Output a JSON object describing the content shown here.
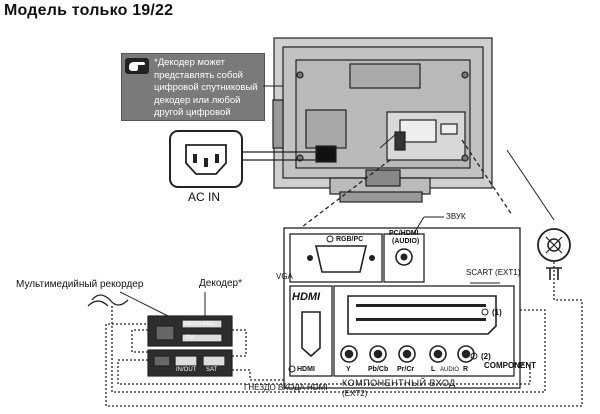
{
  "title": "Модель только 19/22",
  "note": {
    "text": "*Декодер может представлять собой цифровой спутниковый декодер или любой другой цифровой декодер.",
    "icon": "hand-pointing-icon"
  },
  "labels": {
    "ac_in": "AC IN",
    "sound": "ЗВУК",
    "rgb_pc": "RGB/PC",
    "pc_hdmi_audio_1": "PC/HDMI",
    "pc_hdmi_audio_2": "(AUDIO)",
    "vga": "VGA",
    "hdmi_logo": "HDMI",
    "hdmi_port": "HDMI",
    "scart": "SCART (EXT1)",
    "port_1": "(1)",
    "port_2": "(2)",
    "component": "COMPONENT",
    "y": "Y",
    "pb_cb": "Pb/Cb",
    "pr_cr": "Pr/Cr",
    "l": "L",
    "audio": "AUDIO",
    "r": "R",
    "hdmi_input": "ГНЕЗДО ВХОДА HDMI",
    "component_input_1": "КОМПОНЕНТНЫЙ ВХОД",
    "component_input_2": "(EXT2)",
    "media_recorder": "Мультимедийный рекордер",
    "decoder": "Декодер*",
    "media_rec": "MEDIA REC.",
    "tv": "TV",
    "in_out": "IN/OUT",
    "sat": "SAT"
  }
}
